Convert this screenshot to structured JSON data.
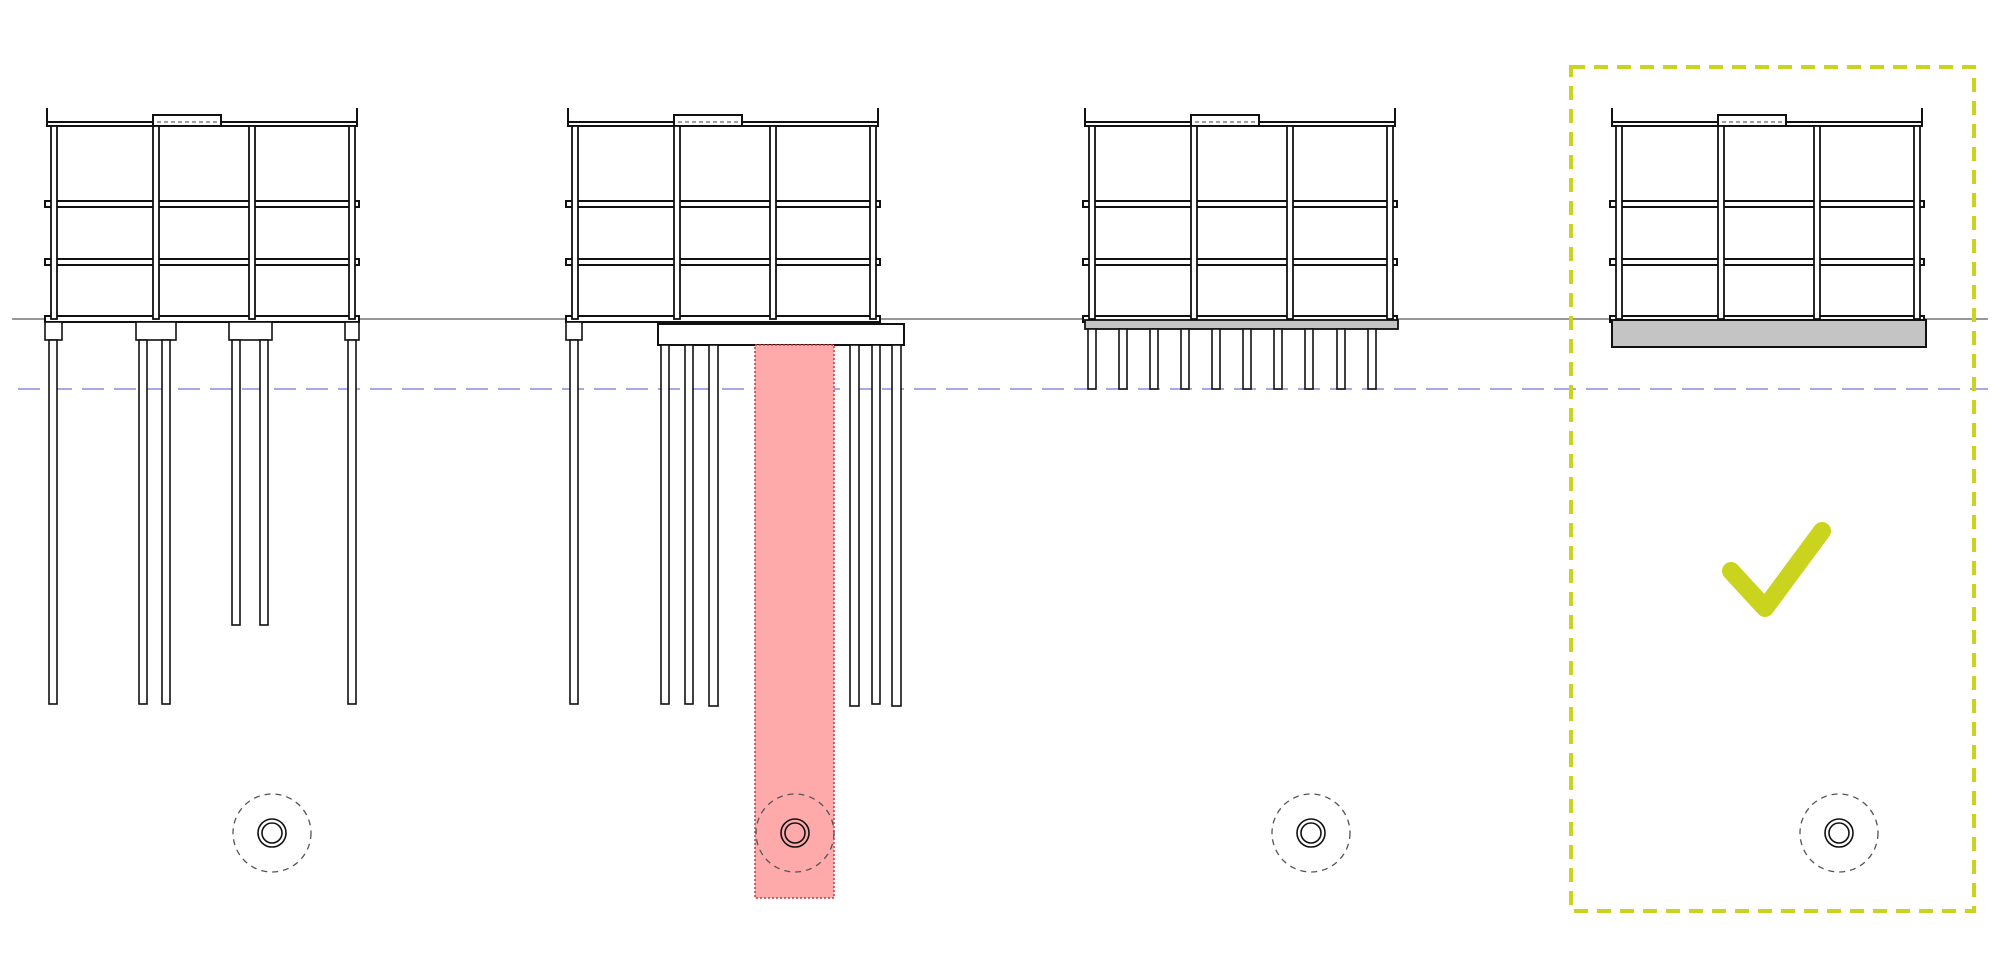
{
  "diagram": {
    "options": [
      {
        "id": "option-1",
        "foundation": "mixed-depth-piles",
        "selected": false
      },
      {
        "id": "option-2",
        "foundation": "pile-cap-over-tunnel",
        "selected": false,
        "conflict": true
      },
      {
        "id": "option-3",
        "foundation": "short-piles-above-tunnel",
        "selected": false
      },
      {
        "id": "option-4",
        "foundation": "raft-slab",
        "selected": true
      }
    ],
    "selection_icon": "checkmark-icon",
    "tunnel_icon": "tunnel-section-icon"
  },
  "colors": {
    "line": "#111111",
    "ground": "#777777",
    "water_table": "#8a8ae6",
    "tunnel_zone": "#ffaaaa",
    "tunnel_zone_border": "#e03030",
    "selected": "#cad31e",
    "slab_fill": "#c4c4c4",
    "target_dashed": "#555555"
  }
}
